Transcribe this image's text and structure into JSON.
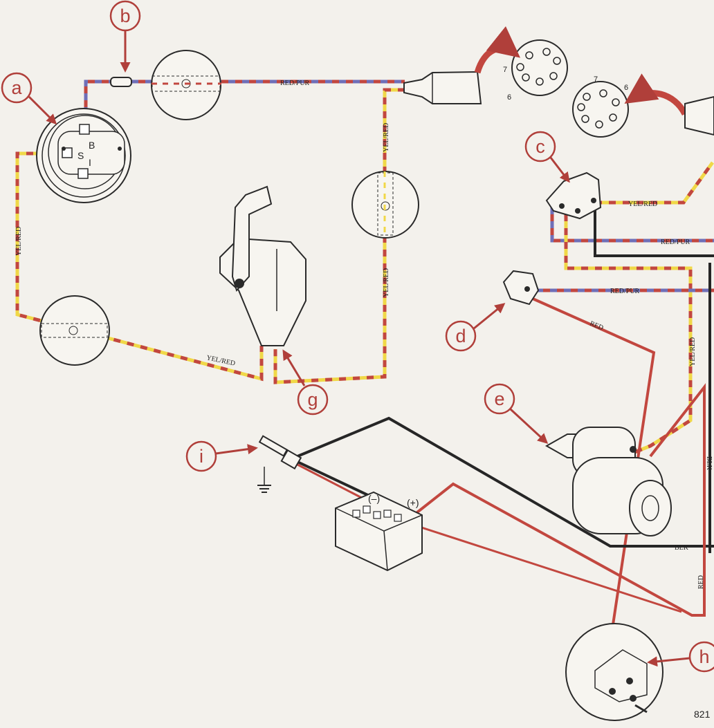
{
  "colors": {
    "red": "#c2473f",
    "yellow": "#f0d848",
    "purple": "#6f6fb8",
    "black": "#262626",
    "callout": "#b03f3a",
    "paper": "#f3f1ec"
  },
  "callouts": [
    "a",
    "b",
    "c",
    "d",
    "e",
    "g",
    "h",
    "i"
  ],
  "wire_labels": {
    "red_pur_top": "RED/PUR",
    "yel_red_left": "YEL/RED",
    "yel_red_left_bottom": "YEL/RED",
    "yel_red_mid_upper": "YEL/RED",
    "yel_red_mid_lower": "YEL/RED",
    "yel_red_c": "YEL/RED",
    "red_pur_c": "RED/PUR",
    "red_pur_d": "RED/PUR",
    "red_d": "RED",
    "yel_red_right": "YEL/RED",
    "blk": "BLK",
    "blk_right": "BLK",
    "red_right": "RED"
  },
  "key_switch_terminals": {
    "b": "B",
    "s": "S",
    "i": "I"
  },
  "connector_pins": {
    "left_7": "7",
    "left_6": "6",
    "right_7": "7",
    "right_6": "6"
  },
  "battery": {
    "neg": "(–)",
    "pos": "(+)"
  },
  "figure_number": "821"
}
